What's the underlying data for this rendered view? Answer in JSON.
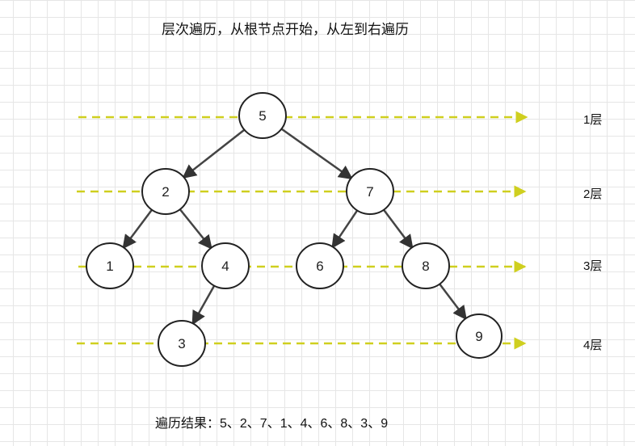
{
  "title": "层次遍历，从根节点开始，从左到右遍历",
  "levels": [
    "1层",
    "2层",
    "3层",
    "4层"
  ],
  "result_text": "遍历结果：5、2、7、1、4、6、8、3、9",
  "colors": {
    "dashed_line": "#cfcf1f",
    "arrow": "#444444",
    "node_stroke": "#222222",
    "grid": "#e6e6e6"
  },
  "tree": {
    "nodes": [
      {
        "id": "5",
        "label": "5",
        "level": 1
      },
      {
        "id": "2",
        "label": "2",
        "level": 2
      },
      {
        "id": "7",
        "label": "7",
        "level": 2
      },
      {
        "id": "1",
        "label": "1",
        "level": 3
      },
      {
        "id": "4",
        "label": "4",
        "level": 3
      },
      {
        "id": "6",
        "label": "6",
        "level": 3
      },
      {
        "id": "8",
        "label": "8",
        "level": 3
      },
      {
        "id": "3",
        "label": "3",
        "level": 4
      },
      {
        "id": "9",
        "label": "9",
        "level": 4
      }
    ],
    "edges": [
      {
        "from": "5",
        "to": "2"
      },
      {
        "from": "5",
        "to": "7"
      },
      {
        "from": "2",
        "to": "1"
      },
      {
        "from": "2",
        "to": "4"
      },
      {
        "from": "7",
        "to": "6"
      },
      {
        "from": "7",
        "to": "8"
      },
      {
        "from": "4",
        "to": "3"
      },
      {
        "from": "8",
        "to": "9"
      }
    ]
  }
}
